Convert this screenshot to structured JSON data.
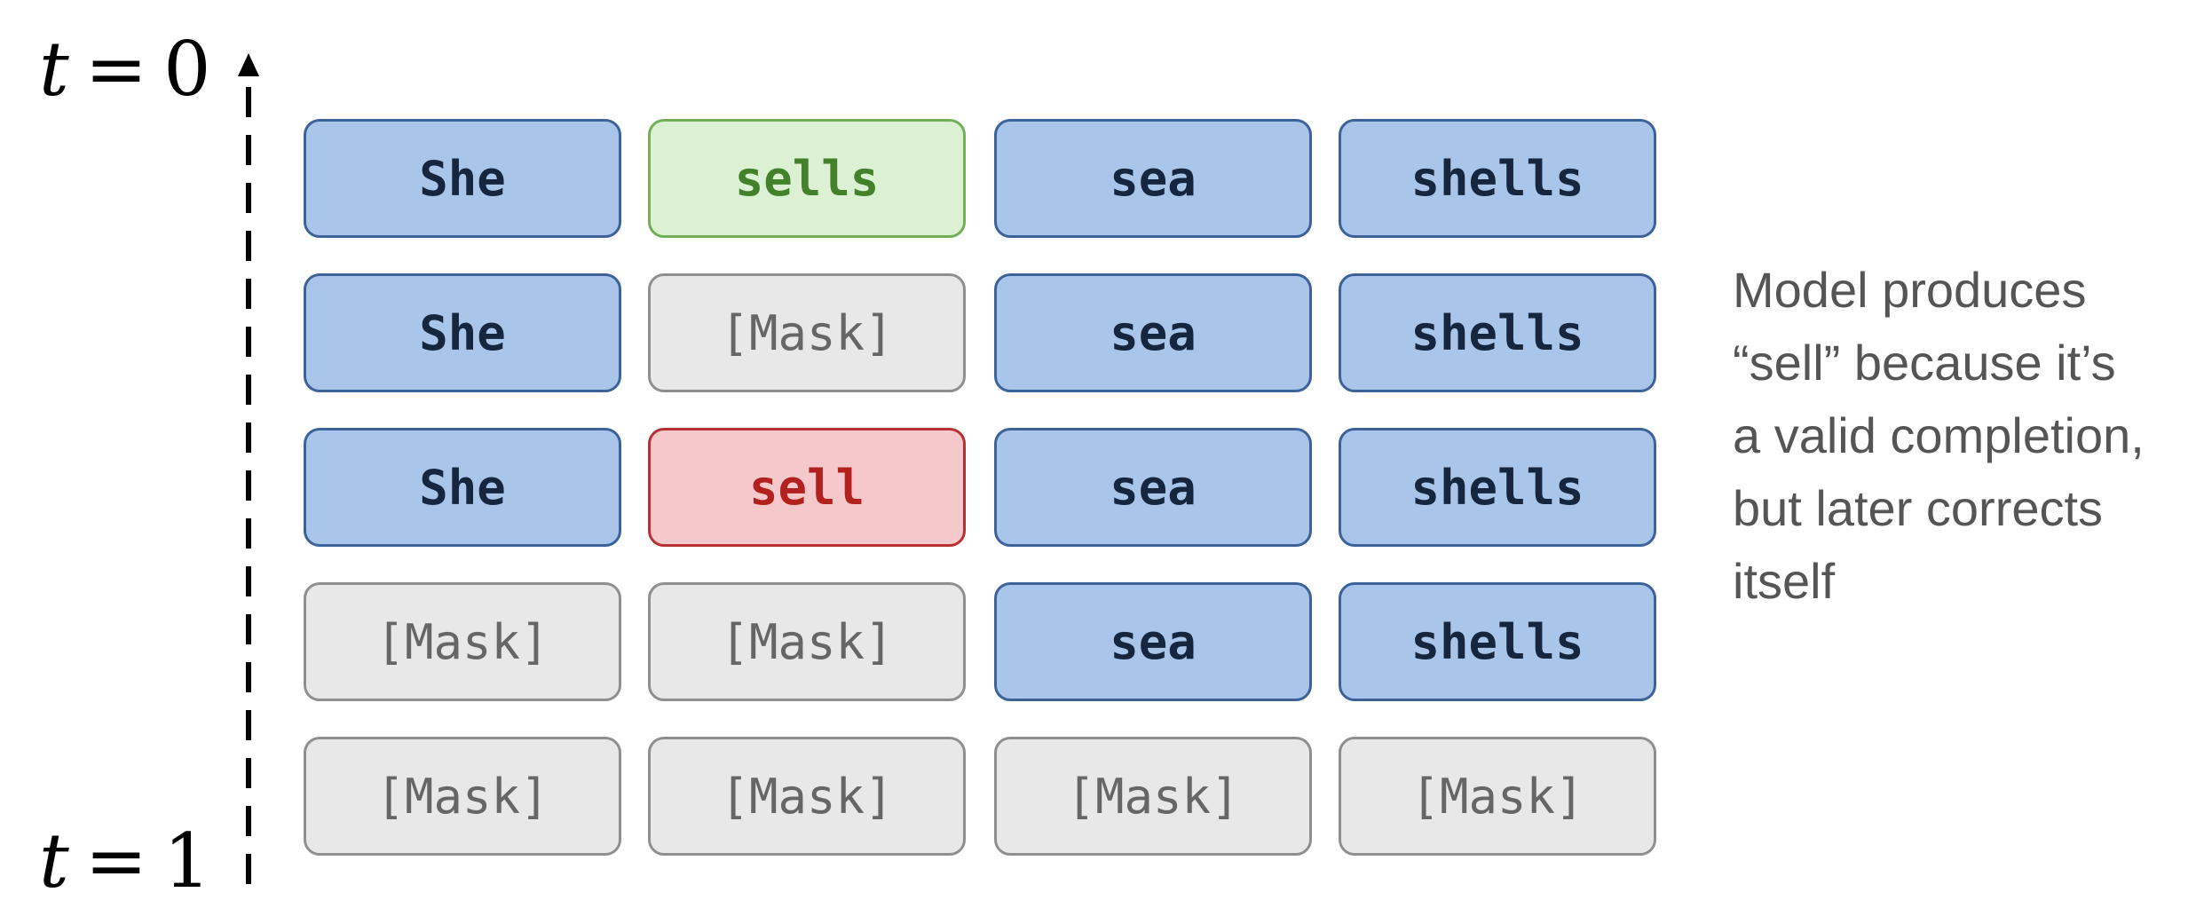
{
  "time_axis": {
    "top_label": {
      "var": "t",
      "eq": "=",
      "num": "0"
    },
    "bottom_label": {
      "var": "t",
      "eq": "=",
      "num": "1"
    }
  },
  "rows": [
    {
      "tokens": [
        {
          "text": "She",
          "state": "known"
        },
        {
          "text": "sells",
          "state": "correct"
        },
        {
          "text": "sea",
          "state": "known"
        },
        {
          "text": "shells",
          "state": "known"
        }
      ]
    },
    {
      "tokens": [
        {
          "text": "She",
          "state": "known"
        },
        {
          "text": "[Mask]",
          "state": "mask"
        },
        {
          "text": "sea",
          "state": "known"
        },
        {
          "text": "shells",
          "state": "known"
        }
      ]
    },
    {
      "tokens": [
        {
          "text": "She",
          "state": "known"
        },
        {
          "text": "sell",
          "state": "wrong"
        },
        {
          "text": "sea",
          "state": "known"
        },
        {
          "text": "shells",
          "state": "known"
        }
      ]
    },
    {
      "tokens": [
        {
          "text": "[Mask]",
          "state": "mask"
        },
        {
          "text": "[Mask]",
          "state": "mask"
        },
        {
          "text": "sea",
          "state": "known"
        },
        {
          "text": "shells",
          "state": "known"
        }
      ]
    },
    {
      "tokens": [
        {
          "text": "[Mask]",
          "state": "mask"
        },
        {
          "text": "[Mask]",
          "state": "mask"
        },
        {
          "text": "[Mask]",
          "state": "mask"
        },
        {
          "text": "[Mask]",
          "state": "mask"
        }
      ]
    }
  ],
  "annotation": {
    "lines": [
      "Model produces",
      "“sell” because it’s",
      "a valid completion,",
      "but later corrects",
      "itself"
    ]
  },
  "colors": {
    "known_fill": "#a9c6ea",
    "known_border": "#3d629a",
    "mask_fill": "#e8e8e8",
    "mask_border": "#8f8f8f",
    "correct_fill": "#dcf0d4",
    "correct_border": "#72b058",
    "wrong_fill": "#f5c9cb",
    "wrong_border": "#b73033",
    "annotation_text": "#555555"
  }
}
